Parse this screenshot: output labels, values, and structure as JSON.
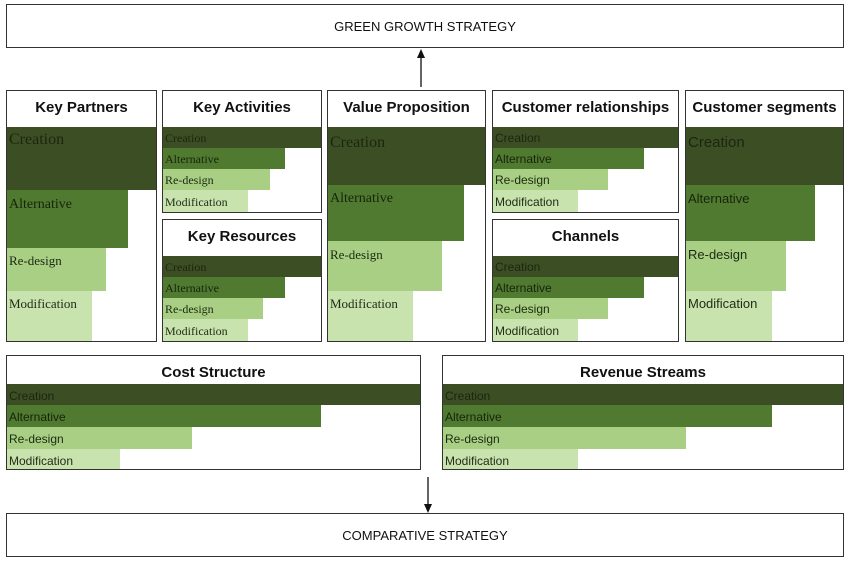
{
  "top_strategy": "GREEN GROWTH STRATEGY",
  "bottom_strategy": "COMPARATIVE STRATEGY",
  "levels": {
    "creation": "Creation",
    "alternative": "Alternative",
    "redesign": "Re-design",
    "modification": "Modification"
  },
  "blocks": {
    "key_partners": "Key Partners",
    "key_activities": "Key Activities",
    "key_resources": "Key Resources",
    "value_proposition": "Value Proposition",
    "customer_relationships": "Customer relationships",
    "channels": "Channels",
    "customer_segments": "Customer segments",
    "cost_structure": "Cost Structure",
    "revenue_streams": "Revenue Streams"
  },
  "colors": {
    "creation": "#3c4f24",
    "alternative": "#507a30",
    "redesign": "#a9cf84",
    "modification": "#c8e3ad",
    "border": "#333333"
  }
}
